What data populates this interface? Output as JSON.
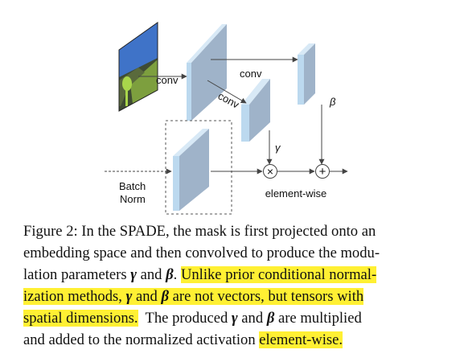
{
  "diagram": {
    "labels": {
      "conv_first": "conv",
      "conv_top": "conv",
      "conv_diag": "conv",
      "beta": "β",
      "gamma": "γ",
      "batch_norm_line1": "Batch",
      "batch_norm_line2": "Norm",
      "element_wise": "element-wise",
      "multiply_op": "×",
      "add_op": "+"
    },
    "colors": {
      "block_front": "#bcd9ef",
      "block_side": "#9fb3c9",
      "block_top": "#d8e9f6",
      "sky": "#3f73c8",
      "mask_dark": "#3f4b33",
      "mask_grass": "#7d9f3e",
      "tree": "#a9d64b"
    }
  },
  "caption": {
    "line1": "Figure 2: In the SPADE, the mask is first projected onto an",
    "line2": "embedding space and then convolved to produce the modu-",
    "line3a": "lation parameters ",
    "gamma": "γ",
    "and1": " and ",
    "beta": "β",
    "line3b": ". ",
    "line3_hl": "Unlike prior conditional normal-",
    "line4_hl_a": "ization methods, ",
    "gamma2": "γ",
    "and2": " and ",
    "beta2": "β",
    "line4_hl_b": " are not vectors, but tensors with",
    "line5_hl": "spatial dimensions.",
    "line5_a": "  The produced ",
    "gamma3": "γ",
    "and3": " and ",
    "beta3": "β",
    "line5_b": " are multiplied",
    "line6_a": "and added to the normalized activation ",
    "line6_hl": "element-wise."
  }
}
